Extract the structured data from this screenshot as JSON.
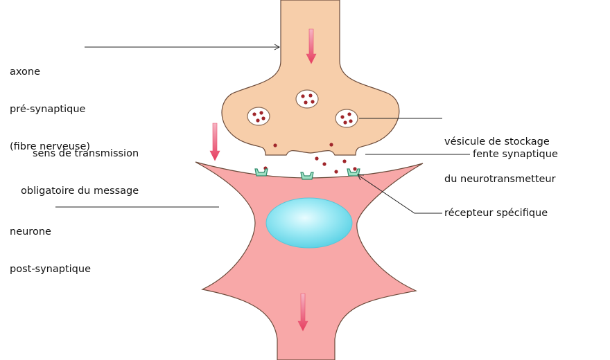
{
  "colors": {
    "axon_fill": "#f7ceaa",
    "post_neuron_fill": "#f8a8a8",
    "nucleus": "#8fe6f2",
    "vesicle_dots": "#a0262b",
    "receptor_fill": "#9fe0c4",
    "receptor_stroke": "#2e8b6b",
    "arrow": "#e8526e",
    "outline": "#6a4a3a",
    "leader_line": "#222222"
  },
  "labels": {
    "axone": {
      "line1": "axone",
      "line2": "pré-synaptique",
      "line3": "(fibre nerveuse)"
    },
    "sens": {
      "line1": "sens de transmission",
      "line2": "obligatoire du message"
    },
    "neurone": {
      "line1": "neurone",
      "line2": "post-synaptique"
    },
    "vesicule": {
      "line1": "vésicule de stockage",
      "line2": "du neurotransmetteur"
    },
    "fente": "fente synaptique",
    "recepteur": "récepteur spécifique"
  },
  "icons": {
    "transmission_arrows": "down-arrow-icon"
  }
}
